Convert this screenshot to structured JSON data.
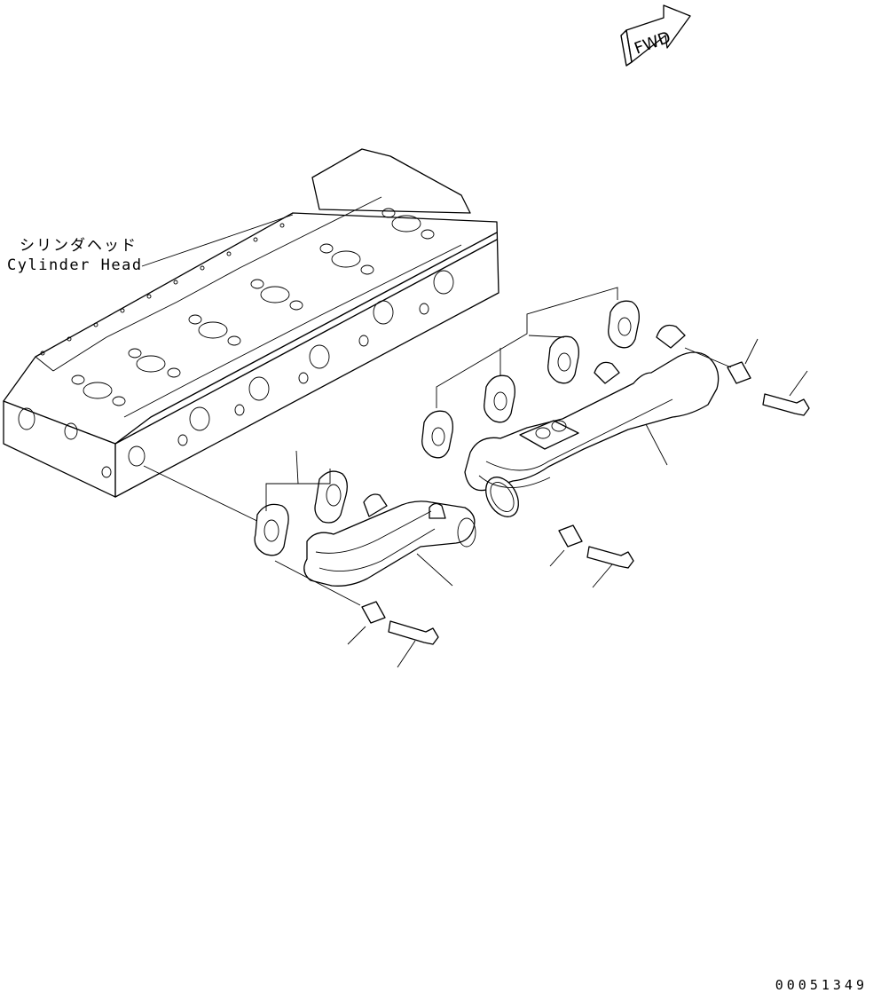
{
  "labels": {
    "part_name_jp": "シリンダヘッド",
    "part_name_en": "Cylinder Head",
    "direction_arrow": "FWD"
  },
  "drawing_id": "00051349",
  "icons": [
    "fwd-arrow-icon"
  ],
  "colors": {
    "line": "#000000",
    "background": "#ffffff"
  }
}
